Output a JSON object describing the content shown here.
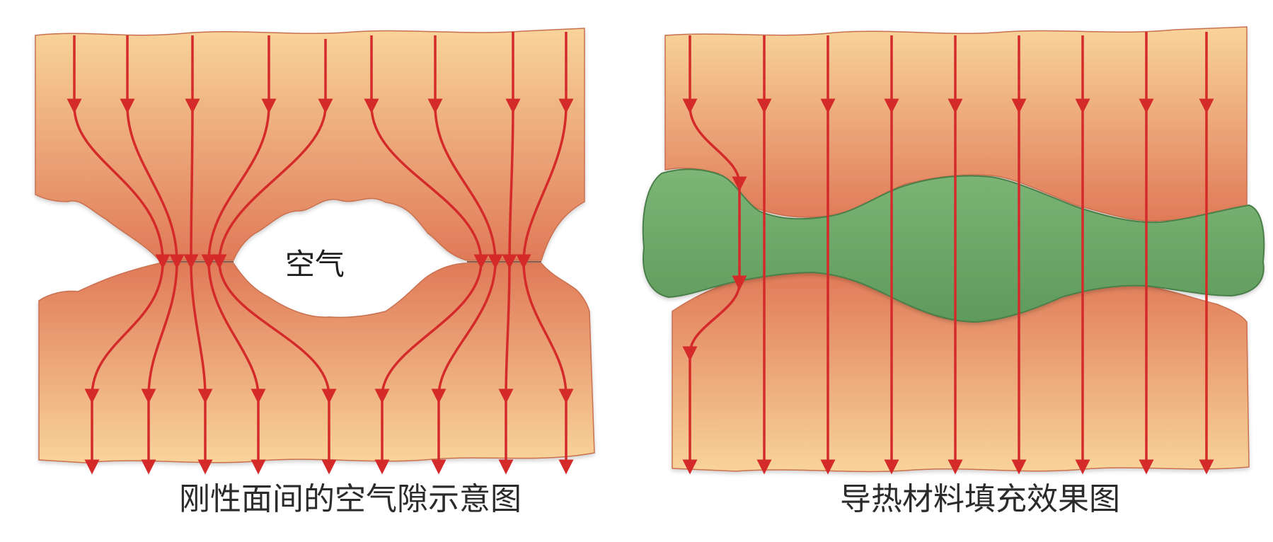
{
  "left_panel": {
    "gap_label": "空气",
    "caption": "刚性面间的空气隙示意图"
  },
  "right_panel": {
    "caption": "导热材料填充效果图"
  },
  "colors": {
    "material_light": "#f8d49a",
    "material_dark": "#e07a58",
    "heat_flow": "#d42a2a",
    "thermal_filler": "#6ea86a",
    "air_gap": "#ffffff"
  }
}
